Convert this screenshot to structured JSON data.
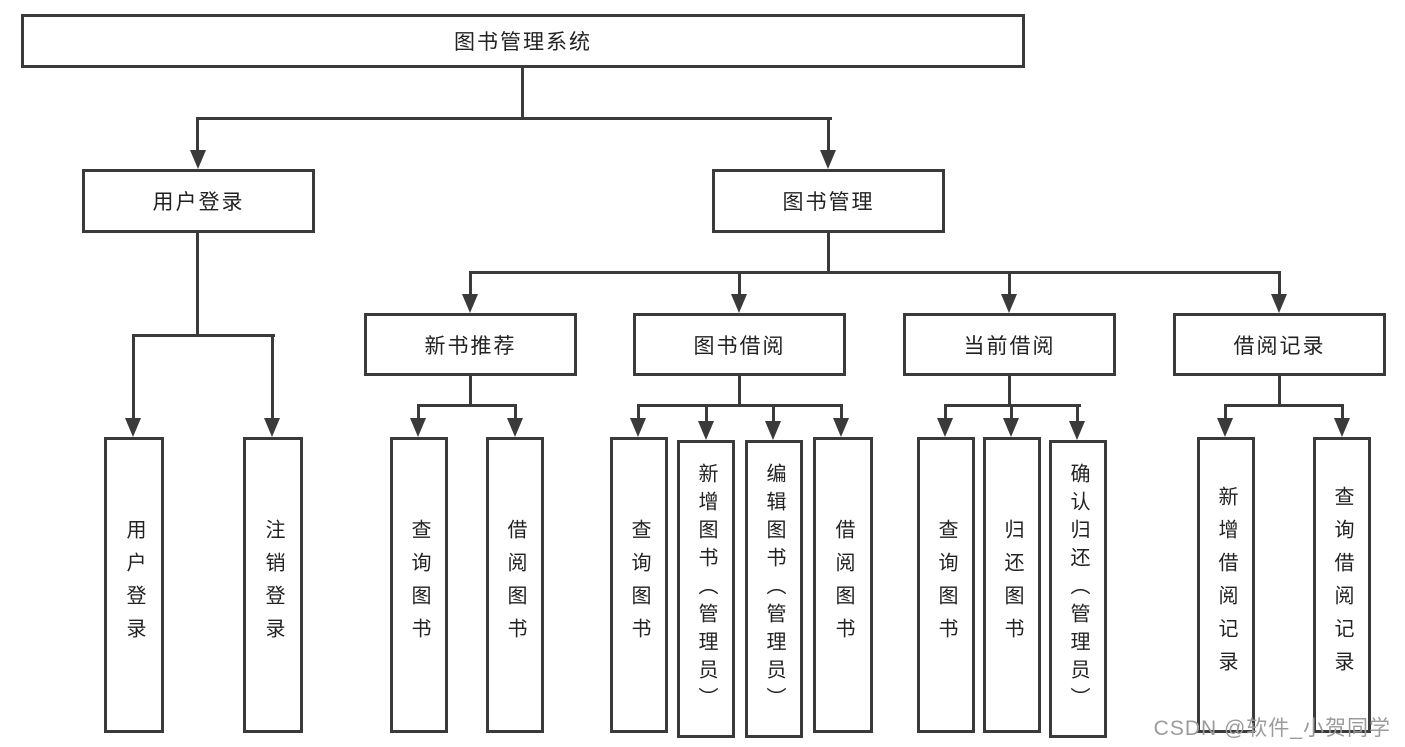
{
  "colors": {
    "line": "#3a3a3a",
    "text": "#222222",
    "watermark": "#9b9b9b",
    "bg": "#ffffff"
  },
  "watermark": {
    "text": "CSDN @软件_小贺同学"
  },
  "tree": {
    "root": {
      "label": "图书管理系统"
    },
    "user": {
      "label": "用户登录",
      "children": [
        {
          "label": "用户登录"
        },
        {
          "label": "注销登录"
        }
      ]
    },
    "book": {
      "label": "图书管理",
      "sections": [
        {
          "label": "新书推荐",
          "children": [
            {
              "label": "查询图书"
            },
            {
              "label": "借阅图书"
            }
          ]
        },
        {
          "label": "图书借阅",
          "children": [
            {
              "label": "查询图书"
            },
            {
              "label": "新增图书（管理员）"
            },
            {
              "label": "编辑图书（管理员）"
            },
            {
              "label": "借阅图书"
            }
          ]
        },
        {
          "label": "当前借阅",
          "children": [
            {
              "label": "查询图书"
            },
            {
              "label": "归还图书"
            },
            {
              "label": "确认归还（管理员）"
            }
          ]
        },
        {
          "label": "借阅记录",
          "children": [
            {
              "label": "新增借阅记录"
            },
            {
              "label": "查询借阅记录"
            }
          ]
        }
      ]
    }
  }
}
